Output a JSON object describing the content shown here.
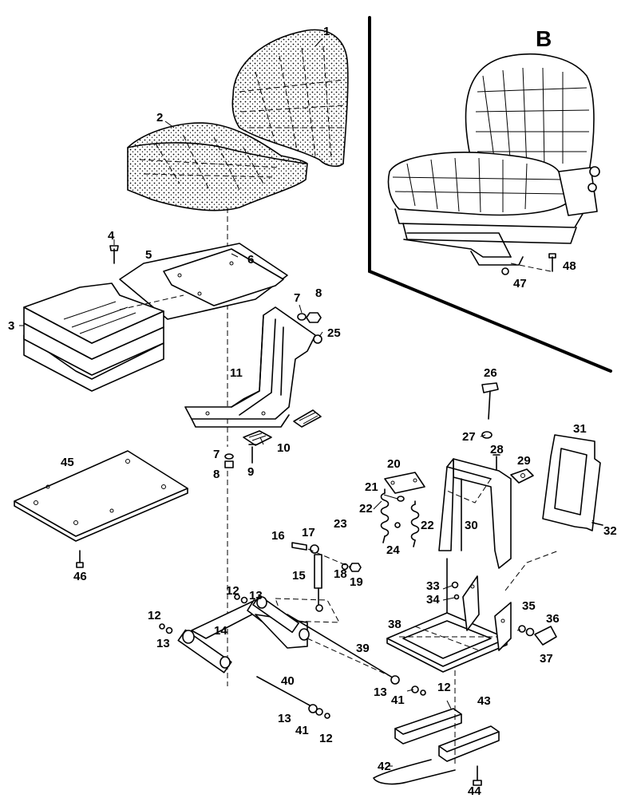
{
  "inset": {
    "label": "B"
  },
  "callouts": [
    {
      "id": "c1",
      "text": "1"
    },
    {
      "id": "c2",
      "text": "2"
    },
    {
      "id": "c3",
      "text": "3"
    },
    {
      "id": "c4",
      "text": "4"
    },
    {
      "id": "c5",
      "text": "5"
    },
    {
      "id": "c6",
      "text": "6"
    },
    {
      "id": "c7a",
      "text": "7"
    },
    {
      "id": "c8a",
      "text": "8"
    },
    {
      "id": "c25",
      "text": "25"
    },
    {
      "id": "c11",
      "text": "11"
    },
    {
      "id": "c10",
      "text": "10"
    },
    {
      "id": "c7b",
      "text": "7"
    },
    {
      "id": "c8b",
      "text": "8"
    },
    {
      "id": "c9",
      "text": "9"
    },
    {
      "id": "c45",
      "text": "45"
    },
    {
      "id": "c46",
      "text": "46"
    },
    {
      "id": "c26",
      "text": "26"
    },
    {
      "id": "c27",
      "text": "27"
    },
    {
      "id": "c28",
      "text": "28"
    },
    {
      "id": "c29",
      "text": "29"
    },
    {
      "id": "c31",
      "text": "31"
    },
    {
      "id": "c20",
      "text": "20"
    },
    {
      "id": "c21",
      "text": "21"
    },
    {
      "id": "c22a",
      "text": "22"
    },
    {
      "id": "c23",
      "text": "23"
    },
    {
      "id": "c22b",
      "text": "22"
    },
    {
      "id": "c24",
      "text": "24"
    },
    {
      "id": "c30",
      "text": "30"
    },
    {
      "id": "c32",
      "text": "32"
    },
    {
      "id": "c16",
      "text": "16"
    },
    {
      "id": "c17",
      "text": "17"
    },
    {
      "id": "c15",
      "text": "15"
    },
    {
      "id": "c18",
      "text": "18"
    },
    {
      "id": "c19",
      "text": "19"
    },
    {
      "id": "c33",
      "text": "33"
    },
    {
      "id": "c34",
      "text": "34"
    },
    {
      "id": "c35",
      "text": "35"
    },
    {
      "id": "c36",
      "text": "36"
    },
    {
      "id": "c37",
      "text": "37"
    },
    {
      "id": "c38",
      "text": "38"
    },
    {
      "id": "c12a",
      "text": "12"
    },
    {
      "id": "c13a",
      "text": "13"
    },
    {
      "id": "c12b",
      "text": "12"
    },
    {
      "id": "c13b",
      "text": "13"
    },
    {
      "id": "c14",
      "text": "14"
    },
    {
      "id": "c39",
      "text": "39"
    },
    {
      "id": "c40",
      "text": "40"
    },
    {
      "id": "c13c",
      "text": "13"
    },
    {
      "id": "c41a",
      "text": "41"
    },
    {
      "id": "c12c",
      "text": "12"
    },
    {
      "id": "c13d",
      "text": "13"
    },
    {
      "id": "c41b",
      "text": "41"
    },
    {
      "id": "c12d",
      "text": "12"
    },
    {
      "id": "c43",
      "text": "43"
    },
    {
      "id": "c42",
      "text": "42"
    },
    {
      "id": "c44",
      "text": "44"
    },
    {
      "id": "c48",
      "text": "48"
    },
    {
      "id": "c47",
      "text": "47"
    }
  ]
}
